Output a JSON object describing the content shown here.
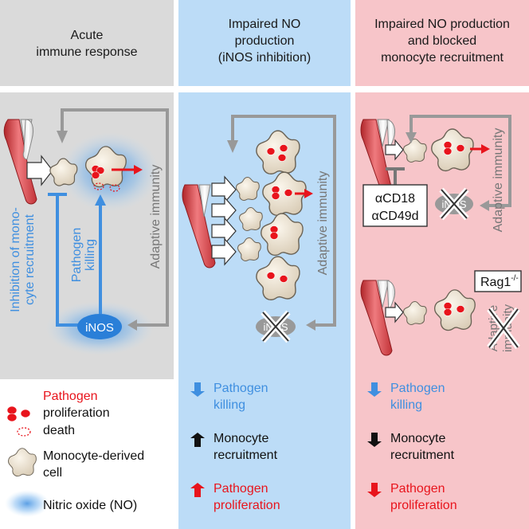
{
  "headers": {
    "col1": [
      "Acute",
      "immune response"
    ],
    "col2": [
      "Impaired NO",
      "production",
      "(iNOS inhibition)"
    ],
    "col3": [
      "Impaired NO production",
      "and blocked",
      "monocyte recruitment"
    ]
  },
  "diagram1": {
    "adaptive": "Adaptive immunity",
    "killing": [
      "Pathogen",
      "killing"
    ],
    "inhibition": [
      "Inhibition of mono-",
      "cyte recruitment"
    ],
    "inos": "iNOS"
  },
  "diagram2": {
    "adaptive": "Adaptive immunity",
    "inos": "iNOS"
  },
  "diagram3": {
    "adaptive_top": "Adaptive immunity",
    "antibody1": "αCD18",
    "antibody2": "αCD49d",
    "inos": "iNOS",
    "rag": "Rag1",
    "rag_sup": "-/-",
    "adaptive_bottom": [
      "Adaptive",
      "immunity"
    ]
  },
  "legend": {
    "pathogen": "Pathogen",
    "proliferation": "proliferation",
    "death": "death",
    "monocyte": [
      "Monocyte-derived",
      "cell"
    ],
    "no": "Nitric oxide (NO)"
  },
  "outcomes": {
    "col2": [
      {
        "text": [
          "Pathogen",
          "killing"
        ],
        "direction": "down",
        "color": "#3f8fe0"
      },
      {
        "text": [
          "Monocyte",
          "recruitment"
        ],
        "direction": "up",
        "color": "#111111"
      },
      {
        "text": [
          "Pathogen",
          "proliferation"
        ],
        "direction": "up",
        "color": "#e8141c"
      }
    ],
    "col3": [
      {
        "text": [
          "Pathogen",
          "killing"
        ],
        "direction": "down",
        "color": "#3f8fe0"
      },
      {
        "text": [
          "Monocyte",
          "recruitment"
        ],
        "direction": "down",
        "color": "#111111"
      },
      {
        "text": [
          "Pathogen",
          "proliferation"
        ],
        "direction": "down",
        "color": "#e8141c"
      }
    ]
  },
  "colors": {
    "gray_panel": "#dadada",
    "blue_panel": "#bcdcf7",
    "pink_panel": "#f7c5c9",
    "red": "#e8141c",
    "blue": "#3f8fe0",
    "arrow_gray": "#999999"
  }
}
